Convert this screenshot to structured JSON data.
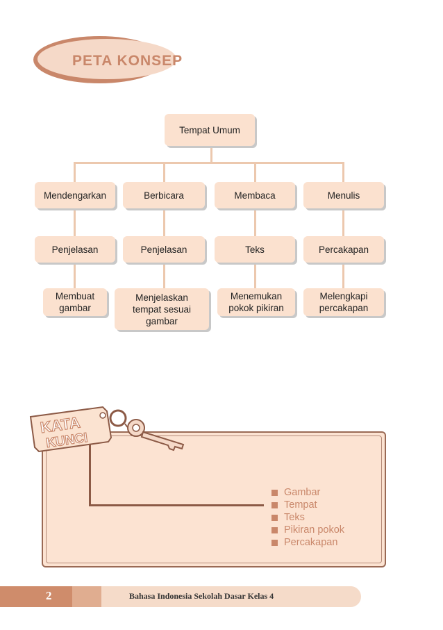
{
  "title": "PETA KONSEP",
  "concept_map": {
    "root": "Tempat Umum",
    "columns": [
      {
        "skill": "Mendengarkan",
        "topic": "Penjelasan",
        "activity": "Membuat gambar"
      },
      {
        "skill": "Berbicara",
        "topic": "Penjelasan",
        "activity": "Menjelaskan tempat sesuai gambar"
      },
      {
        "skill": "Membaca",
        "topic": "Teks",
        "activity": "Menemukan pokok pikiran"
      },
      {
        "skill": "Menulis",
        "topic": "Percakapan",
        "activity": "Melengkapi percakapan"
      }
    ]
  },
  "kata_kunci": {
    "tag_line1": "KATA",
    "tag_line2": "KUNCI",
    "keywords": [
      "Gambar",
      "Tempat",
      "Teks",
      "Pikiran pokok",
      "Percakapan"
    ]
  },
  "footer": {
    "page_number": "2",
    "book_title": "Bahasa Indonesia Sekolah Dasar Kelas 4"
  },
  "colors": {
    "accent": "#c9876a",
    "node_fill": "#fbe1cf",
    "connector": "#ecc8ae",
    "keyword_box": "#fce3d2"
  }
}
